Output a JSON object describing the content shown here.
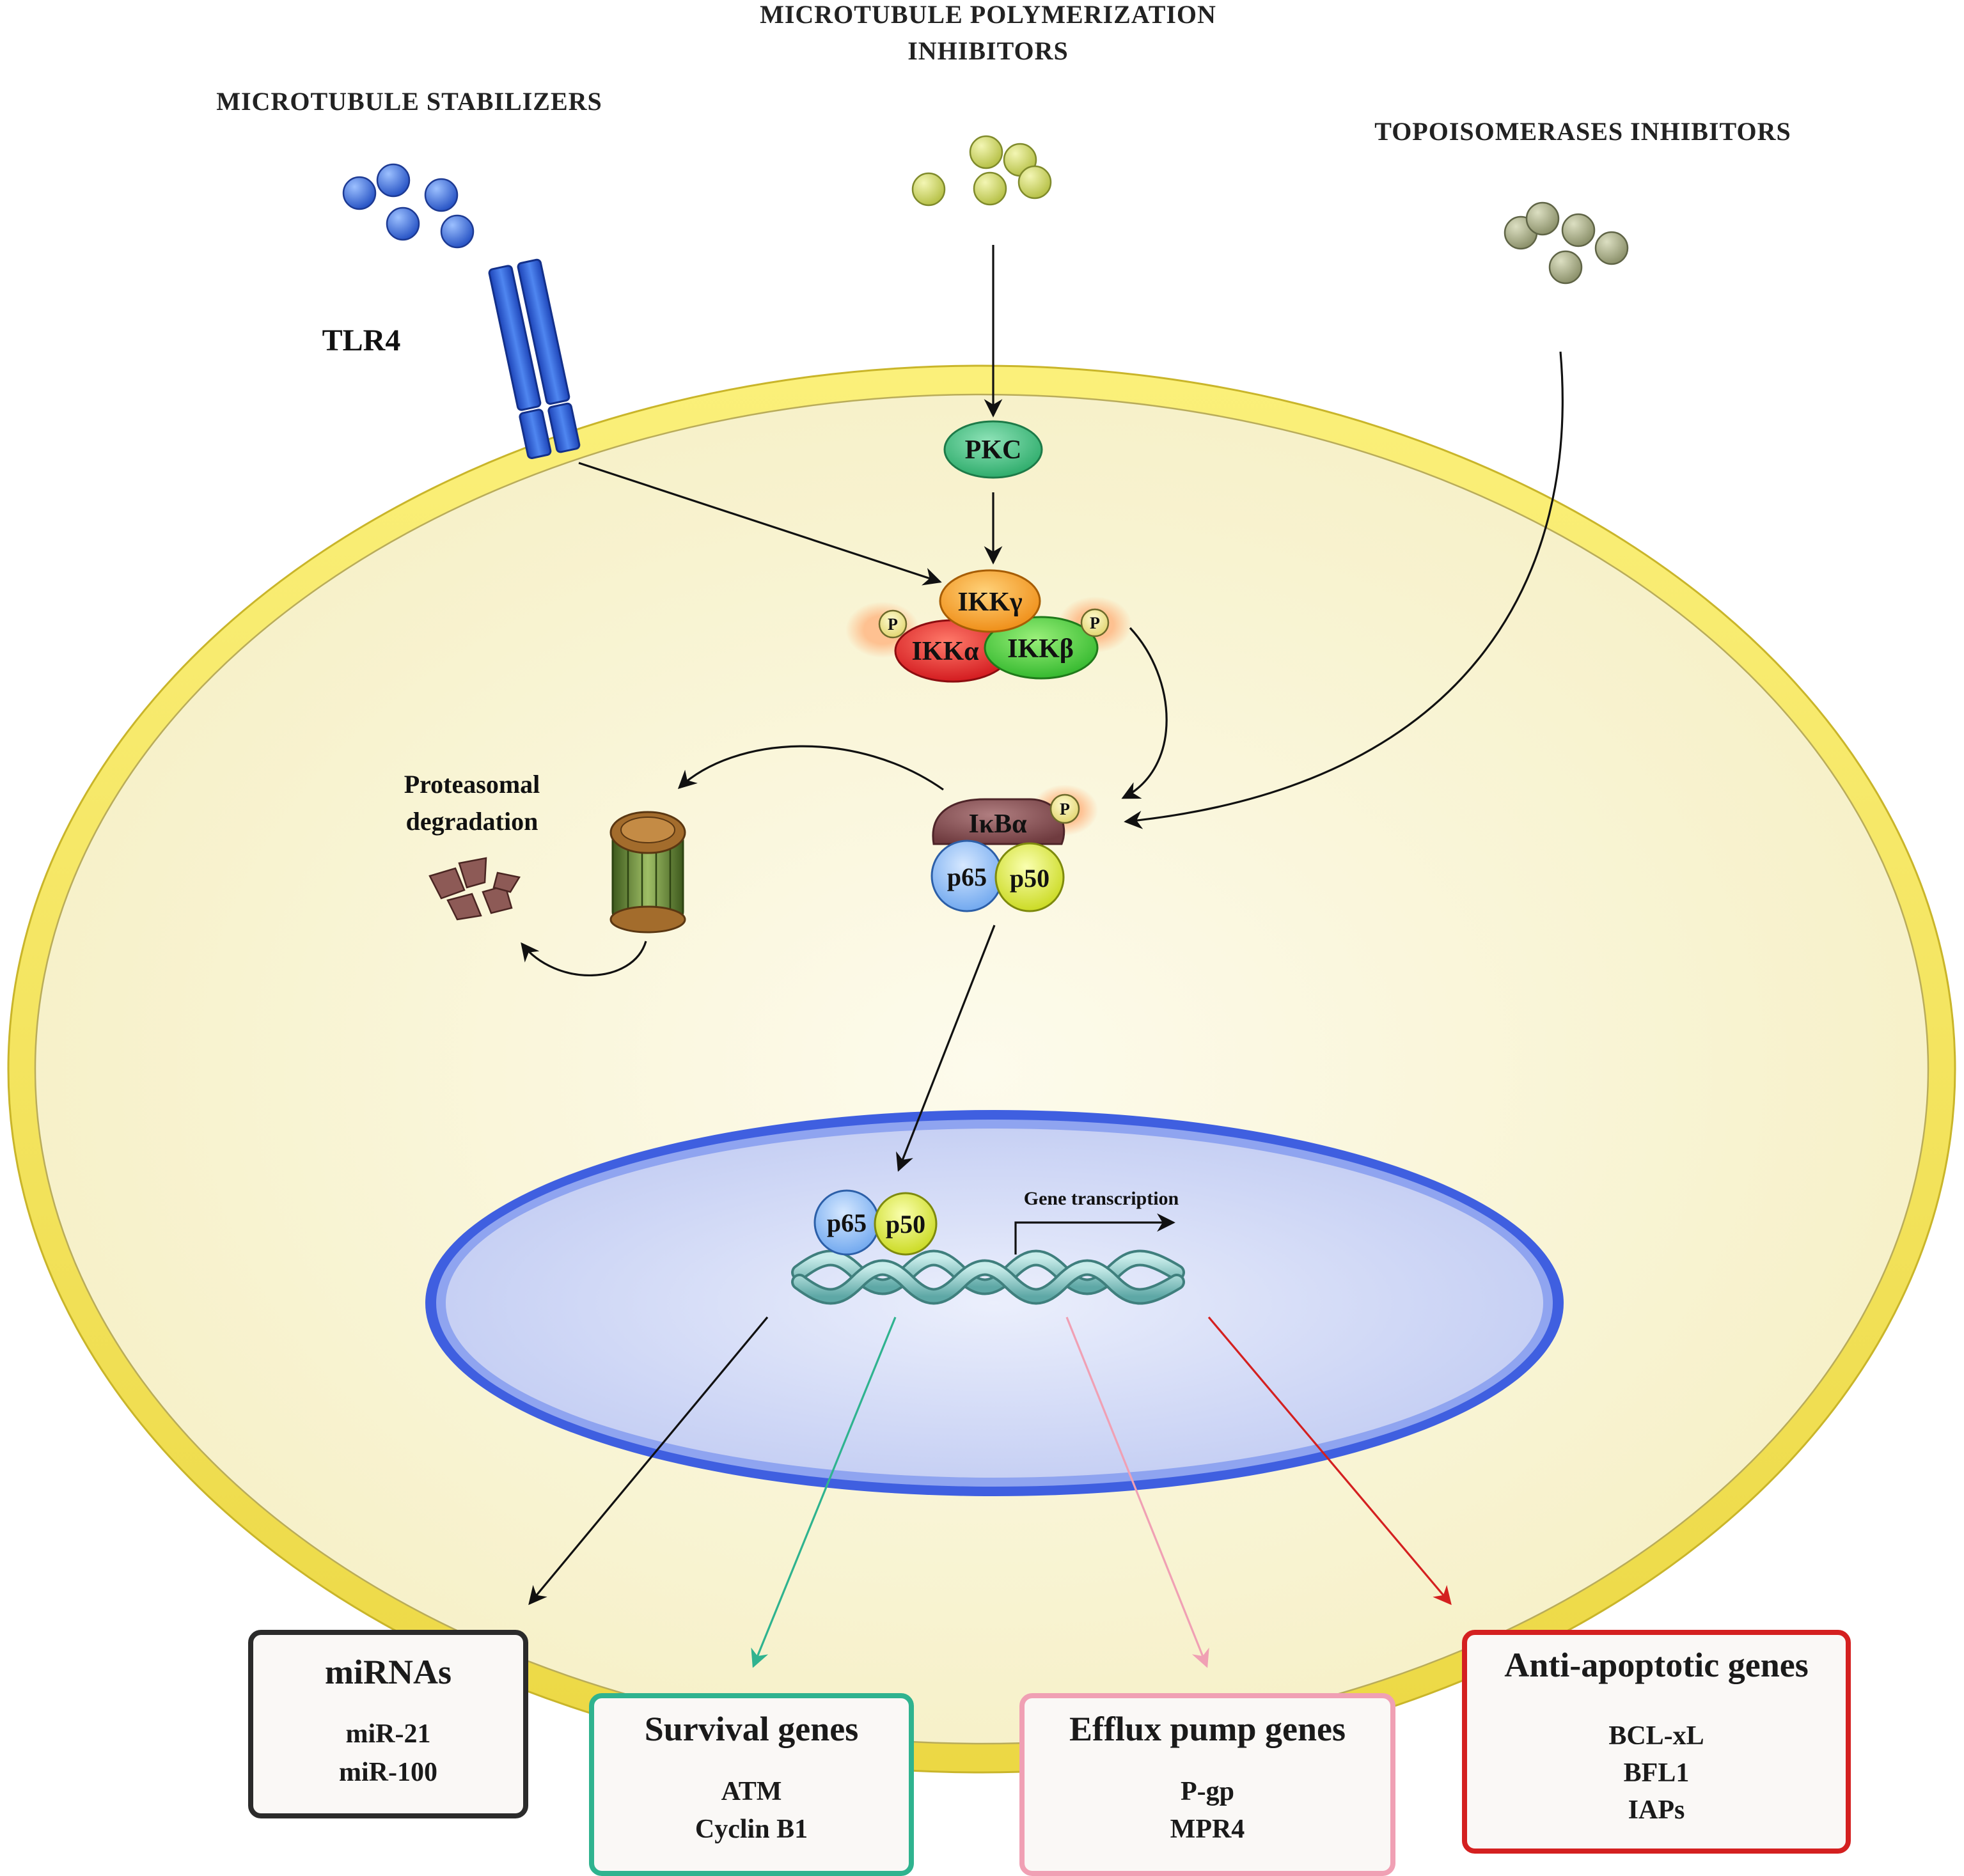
{
  "drug_classes": {
    "microtubule_polymerization_inhibitors": [
      "MICROTUBULE POLYMERIZATION",
      "INHIBITORS"
    ],
    "microtubule_stabilizers": "MICROTUBULE STABILIZERS",
    "topoisomerases_inhibitors": "TOPOISOMERASES INHIBITORS"
  },
  "receptor": {
    "label": "TLR4"
  },
  "kinases": {
    "pkc": "PKC",
    "ikk_gamma": "IKKγ",
    "ikk_alpha": "IKKα",
    "ikk_beta": "IKKβ",
    "phospho": "P"
  },
  "inhibitor_complex": {
    "ikba": "IκBα",
    "p65": "p65",
    "p50": "p50"
  },
  "degradation": {
    "label": [
      "Proteasomal",
      "degradation"
    ]
  },
  "nucleus": {
    "p65": "p65",
    "p50": "p50",
    "gene_transcription": "Gene transcription"
  },
  "output_boxes": [
    {
      "title": "miRNAs",
      "items": [
        "miR-21",
        "miR-100"
      ],
      "color": "#2b2b2b"
    },
    {
      "title": "Survival genes",
      "items": [
        "ATM",
        "Cyclin B1"
      ],
      "color": "#2fb38f"
    },
    {
      "title": "Efflux pump genes",
      "items": [
        "P-gp",
        "MPR4"
      ],
      "color": "#f0a0b4"
    },
    {
      "title": "Anti-apoptotic genes",
      "items": [
        "BCL-xL",
        "BFL1",
        "IAPs"
      ],
      "color": "#d42020"
    }
  ],
  "colors": {
    "cell_membrane": "#f3e45a",
    "cytoplasm": "#faf6d8",
    "nucleus_envelope": "#3f5fe0",
    "nucleoplasm": "#d4dcf7",
    "stabilizer_particles": "#3b6fd8",
    "polymerization_inhibitor_particles": "#d5dd6c",
    "topoisomerase_inhibitor_particles": "#a9ae8a"
  }
}
